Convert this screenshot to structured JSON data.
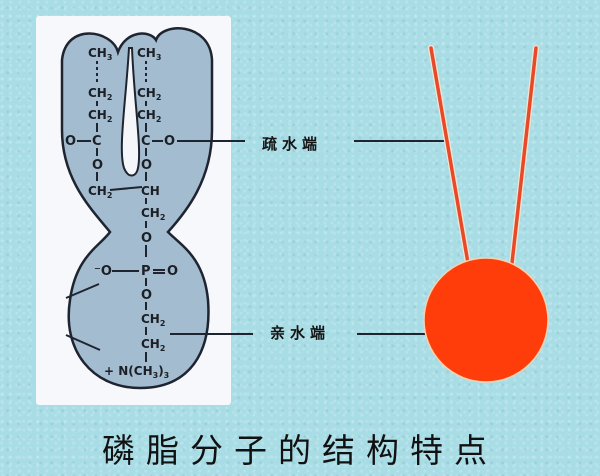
{
  "title": "磷脂分子的结构特点",
  "labels": {
    "hydrophobic": "疏水端",
    "hydrophilic": "亲水端"
  },
  "molecule": {
    "left_chain": [
      "CH₃",
      "CH₂",
      "CH₂",
      "C",
      "O",
      "CH₂"
    ],
    "right_chain": [
      "CH₃",
      "CH₂",
      "CH₂",
      "C",
      "O",
      "CH",
      "CH₂",
      "O",
      "P",
      "O",
      "CH₂",
      "CH₂"
    ],
    "left_carbonyl_o": "O",
    "right_carbonyl_o": "O",
    "phosphate_left": "⁻O",
    "phosphate_right": "O",
    "ammonium": "+ N(CH₃)₃"
  },
  "colors": {
    "background": "#a9dde6",
    "panel": "#f7f8fb",
    "molecule_fill": "#a3bccf",
    "outline": "#1e2430",
    "symbol_red": "#ff3d0a",
    "tail_red": "#e8492a"
  }
}
